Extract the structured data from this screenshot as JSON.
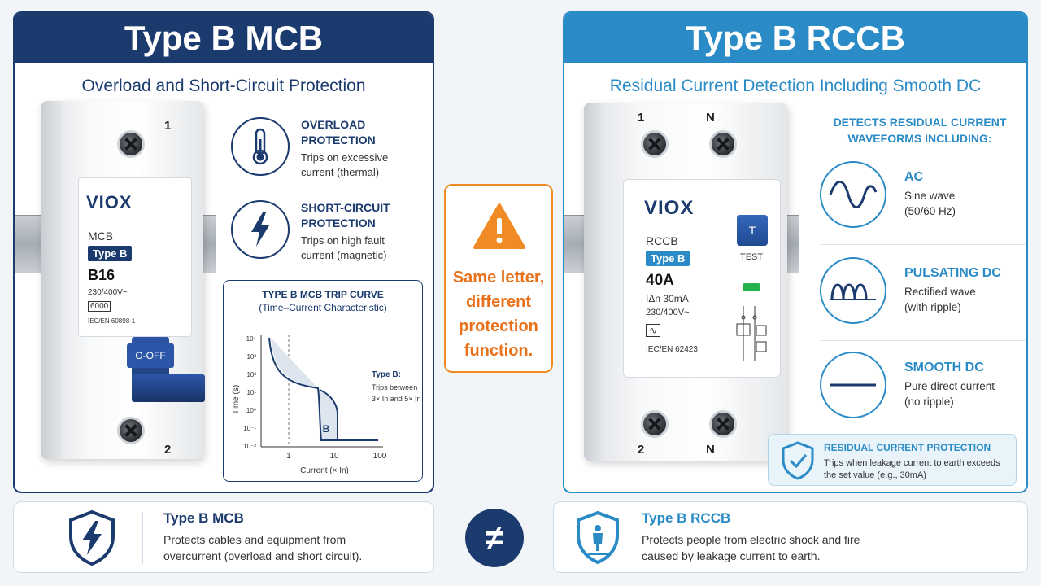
{
  "left": {
    "title": "Type B MCB",
    "subtitle": "Overload and Short-Circuit Protection",
    "device": {
      "brand": "VIOX",
      "kind": "MCB",
      "type_tag": "Type B",
      "rating": "B16",
      "voltage": "230/400V~",
      "breaking": "6000",
      "standard": "IEC/EN 60898-1",
      "switch_label": "O-OFF",
      "terminal_top": "1",
      "terminal_bottom": "2"
    },
    "features": [
      {
        "title_line1": "OVERLOAD",
        "title_line2": "PROTECTION",
        "desc_line1": "Trips on excessive",
        "desc_line2": "current (thermal)",
        "icon": "thermometer-icon"
      },
      {
        "title_line1": "SHORT-CIRCUIT",
        "title_line2": "PROTECTION",
        "desc_line1": "Trips on high fault",
        "desc_line2": "current (magnetic)",
        "icon": "lightning-icon"
      }
    ],
    "trip_curve": {
      "title": "TYPE B MCB TRIP CURVE",
      "subtitle": "(Time–Current Characteristic)",
      "ylabel": "Time (s)",
      "xlabel": "Current (× In)",
      "y_ticks": [
        "10⁴",
        "10³",
        "10²",
        "10¹",
        "10⁰",
        "10⁻¹",
        "10⁻²"
      ],
      "x_ticks": [
        "1",
        "10",
        "100"
      ],
      "region_label": "B",
      "note_title": "Type B:",
      "note_line1": "Trips between",
      "note_line2": "3× In and 5× In"
    }
  },
  "middle": {
    "line1": "Same letter,",
    "line2": "different",
    "line3": "protection",
    "line4": "function.",
    "accent": "#f08a24"
  },
  "right": {
    "title": "Type B RCCB",
    "subtitle": "Residual Current Detection Including Smooth DC",
    "device": {
      "brand": "VIOX",
      "kind": "RCCB",
      "type_tag": "Type B",
      "rating": "40A",
      "sensitivity": "IΔn 30mA",
      "voltage": "230/400V~",
      "standard": "IEC/EN 62423",
      "test_button": "T",
      "test_label": "TEST",
      "terminal_top_left": "1",
      "terminal_top_right": "N",
      "terminal_bottom_left": "2",
      "terminal_bottom_right": "N"
    },
    "heading_line1": "DETECTS RESIDUAL CURRENT",
    "heading_line2": "WAVEFORMS INCLUDING:",
    "waveforms": [
      {
        "title": "AC",
        "desc_line1": "Sine wave",
        "desc_line2": "(50/60 Hz)",
        "icon": "sine-wave-icon"
      },
      {
        "title": "PULSATING DC",
        "desc_line1": "Rectified wave",
        "desc_line2": "(with ripple)",
        "icon": "pulsating-dc-icon"
      },
      {
        "title": "SMOOTH DC",
        "desc_line1": "Pure direct current",
        "desc_line2": "(no ripple)",
        "icon": "smooth-dc-icon"
      }
    ],
    "rcp": {
      "title": "RESIDUAL CURRENT PROTECTION",
      "desc": "Trips when leakage current to earth exceeds the set value (e.g., 30mA)"
    }
  },
  "bottom": {
    "left": {
      "title": "Type B MCB",
      "desc_line1": "Protects cables and equipment from",
      "desc_line2": "overcurrent (overload and short circuit)."
    },
    "right": {
      "title": "Type B RCCB",
      "desc_line1": "Protects people from electric shock and fire",
      "desc_line2": "caused by leakage current to earth."
    },
    "symbol": "≠"
  },
  "colors": {
    "navy": "#1b3a6e",
    "blue": "#2a8bc6",
    "orange": "#f08a24"
  }
}
